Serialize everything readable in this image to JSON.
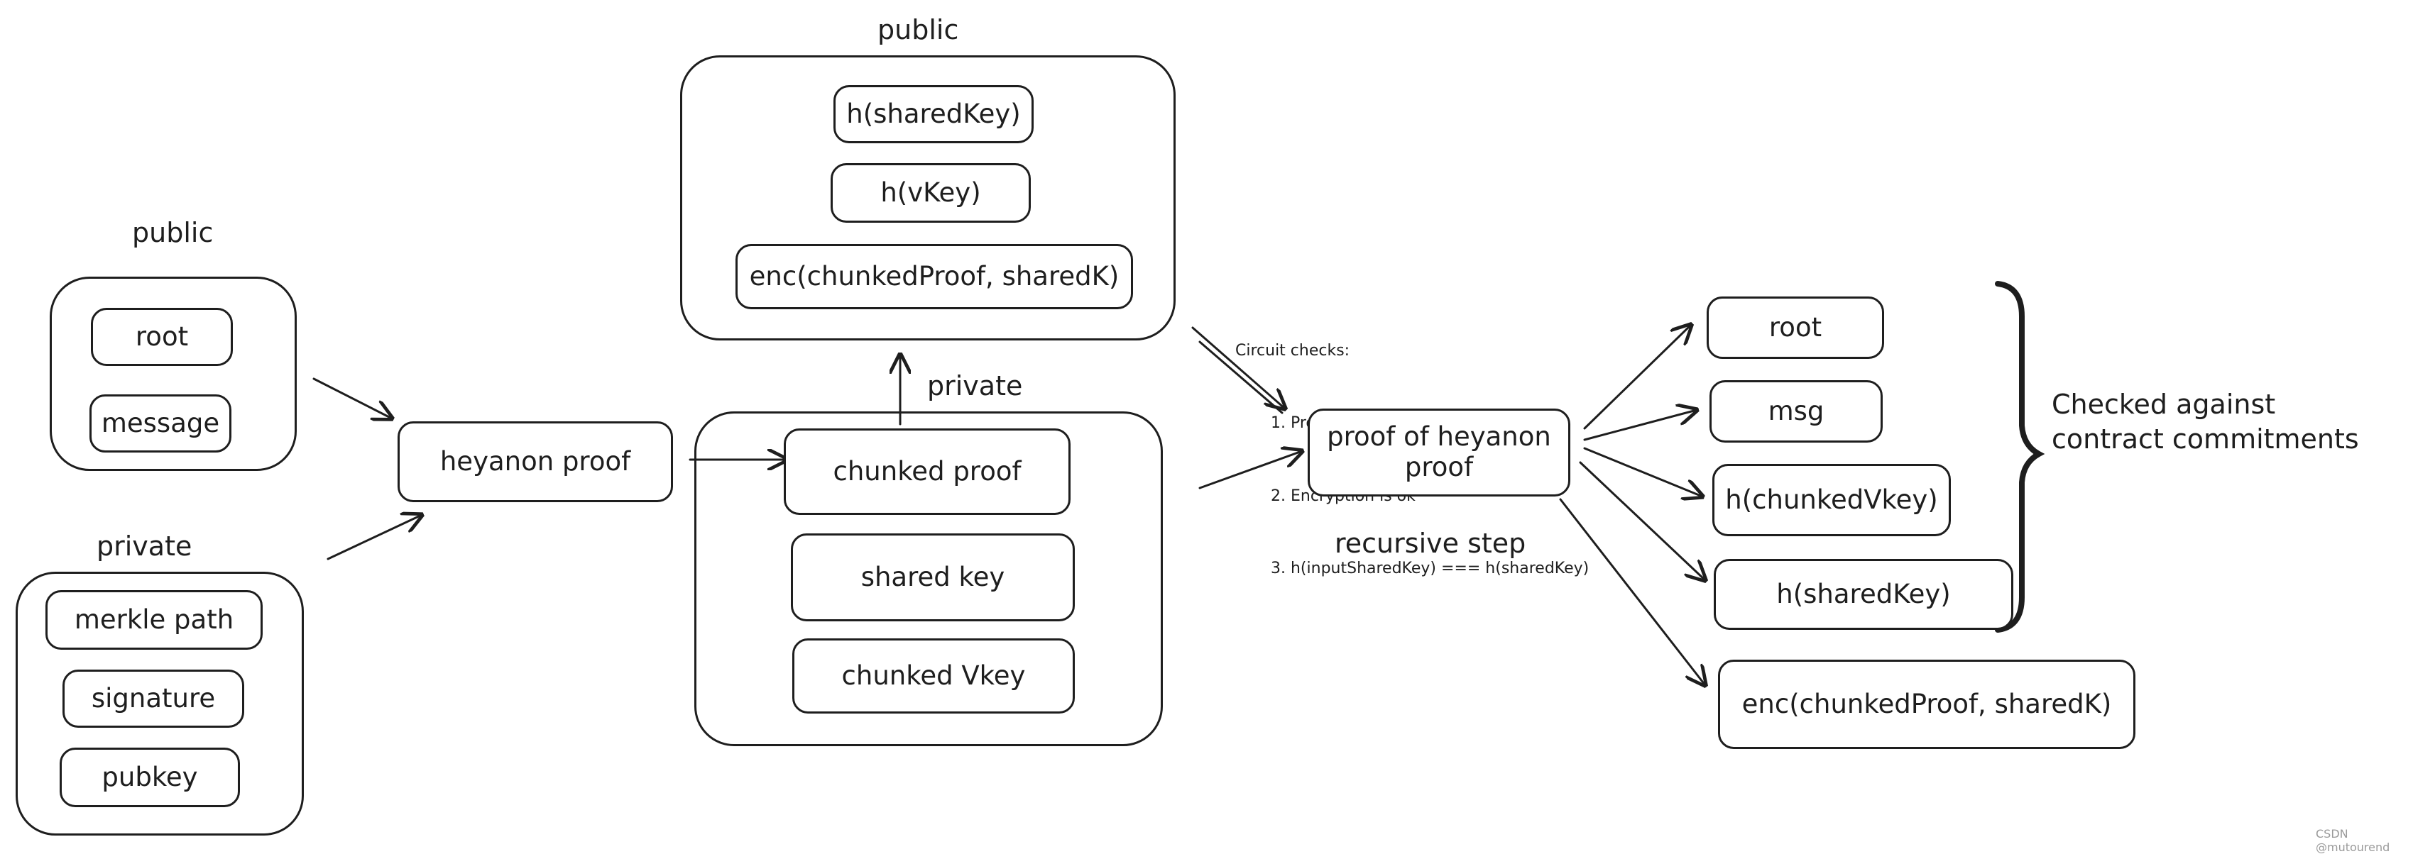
{
  "left_public": {
    "title": "public",
    "items": [
      "root",
      "message"
    ]
  },
  "left_private": {
    "title": "private",
    "items": [
      "merkle path",
      "signature",
      "pubkey"
    ]
  },
  "heyanon_proof": "heyanon proof",
  "top_public": {
    "title": "public",
    "items": [
      "h(sharedKey)",
      "h(vKey)",
      "enc(chunkedProof, sharedK)"
    ]
  },
  "mid_private": {
    "title": "private",
    "items": [
      "chunked proof",
      "shared key",
      "chunked Vkey"
    ]
  },
  "circuit_checks": {
    "title": "Circuit checks:",
    "items": [
      "1. Proof is ok",
      "2. Encryption is ok",
      "3. h(inputSharedKey) === h(sharedKey)"
    ]
  },
  "recursive_proof": "proof of heyanon proof",
  "recursive_label": "recursive step",
  "outputs": [
    "root",
    "msg",
    "h(chunkedVkey)",
    "h(sharedKey)",
    "enc(chunkedProof, sharedK)"
  ],
  "brace_label": "Checked against contract commitments",
  "watermark": "CSDN @mutourend",
  "colors": {
    "stroke": "#1e1e1e",
    "background": "#ffffff"
  }
}
